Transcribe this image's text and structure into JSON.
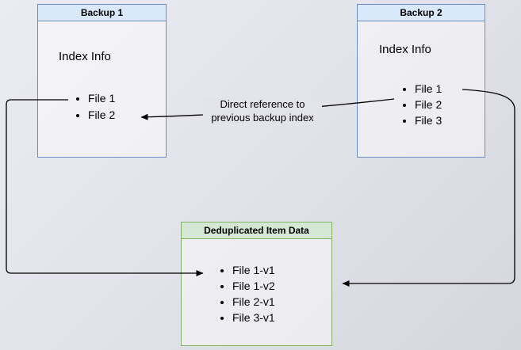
{
  "diagram": {
    "backup1": {
      "title": "Backup 1",
      "subtitle": "Index Info",
      "items": [
        "File 1",
        "File 2"
      ]
    },
    "backup2": {
      "title": "Backup 2",
      "subtitle": "Index Info",
      "items": [
        "File 1",
        "File 2",
        "File 3"
      ]
    },
    "dedup": {
      "title": "Deduplicated Item Data",
      "items": [
        "File 1-v1",
        "File 1-v2",
        "File 2-v1",
        "File 3-v1"
      ]
    },
    "annotation": {
      "line1": "Direct reference to",
      "line2": "previous backup index"
    },
    "colors": {
      "blue_box_border": "#6c8ebf",
      "blue_box_header_fill": "#dae8fc",
      "green_box_border": "#82b366",
      "green_box_header_fill": "#d5e8d4",
      "arrow": "#000000"
    }
  }
}
